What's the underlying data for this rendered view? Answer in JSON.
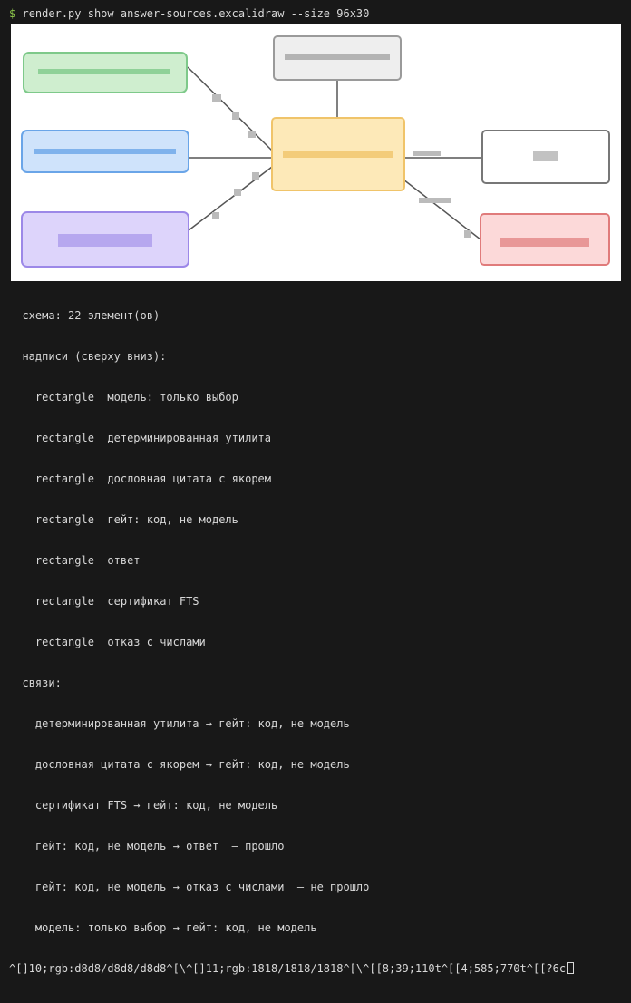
{
  "terminal": {
    "prompt_symbol": "$",
    "command": "render.py show answer-sources.excalidraw --size 96x30",
    "colors": {
      "background": "#181818",
      "foreground": "#d8d8d8",
      "prompt": "#8bc34a"
    }
  },
  "diagram_render": {
    "canvas_color": "#ffffff",
    "boxes": [
      {
        "name": "model-only-choice",
        "stroke": "#7ec98a",
        "fill": "#cfeecf"
      },
      {
        "name": "verbatim-quote",
        "stroke": "#6aa5e8",
        "fill": "#cfe3fb"
      },
      {
        "name": "refusal-numbers-left",
        "stroke": "#9c88e8",
        "fill": "#ddd4fb"
      },
      {
        "name": "deterministic-utility",
        "stroke": "#9a9a9a",
        "fill": "#eeeeee"
      },
      {
        "name": "gate",
        "stroke": "#f0c46a",
        "fill": "#fde9b8"
      },
      {
        "name": "answer",
        "stroke": "#777777",
        "fill": "#ffffff"
      },
      {
        "name": "refusal-with-numbers",
        "stroke": "#e07b7b",
        "fill": "#fcd9d9"
      }
    ]
  },
  "output": {
    "summary": "схема: 22 элемент(ов)",
    "labels_header": "надписи (сверху вниз):",
    "labels": [
      {
        "kind": "rectangle",
        "text": "модель: только выбор"
      },
      {
        "kind": "rectangle",
        "text": "детерминированная утилита"
      },
      {
        "kind": "rectangle",
        "text": "дословная цитата с якорем"
      },
      {
        "kind": "rectangle",
        "text": "гейт: код, не модель"
      },
      {
        "kind": "rectangle",
        "text": "ответ"
      },
      {
        "kind": "rectangle",
        "text": "сертификат FTS"
      },
      {
        "kind": "rectangle",
        "text": "отказ с числами"
      }
    ],
    "links_header": "связи:",
    "links": [
      "детерминированная утилита → гейт: код, не модель",
      "дословная цитата с якорем → гейт: код, не модель",
      "сертификат FTS → гейт: код, не модель",
      "гейт: код, не модель → ответ  — прошло",
      "гейт: код, не модель → отказ с числами  — не прошло",
      "модель: только выбор → гейт: код, не модель"
    ],
    "escape_tail": "^[]10;rgb:d8d8/d8d8/d8d8^[\\^[]11;rgb:1818/1818/1818^[\\^[[8;39;110t^[[4;585;770t^[[?6c"
  }
}
